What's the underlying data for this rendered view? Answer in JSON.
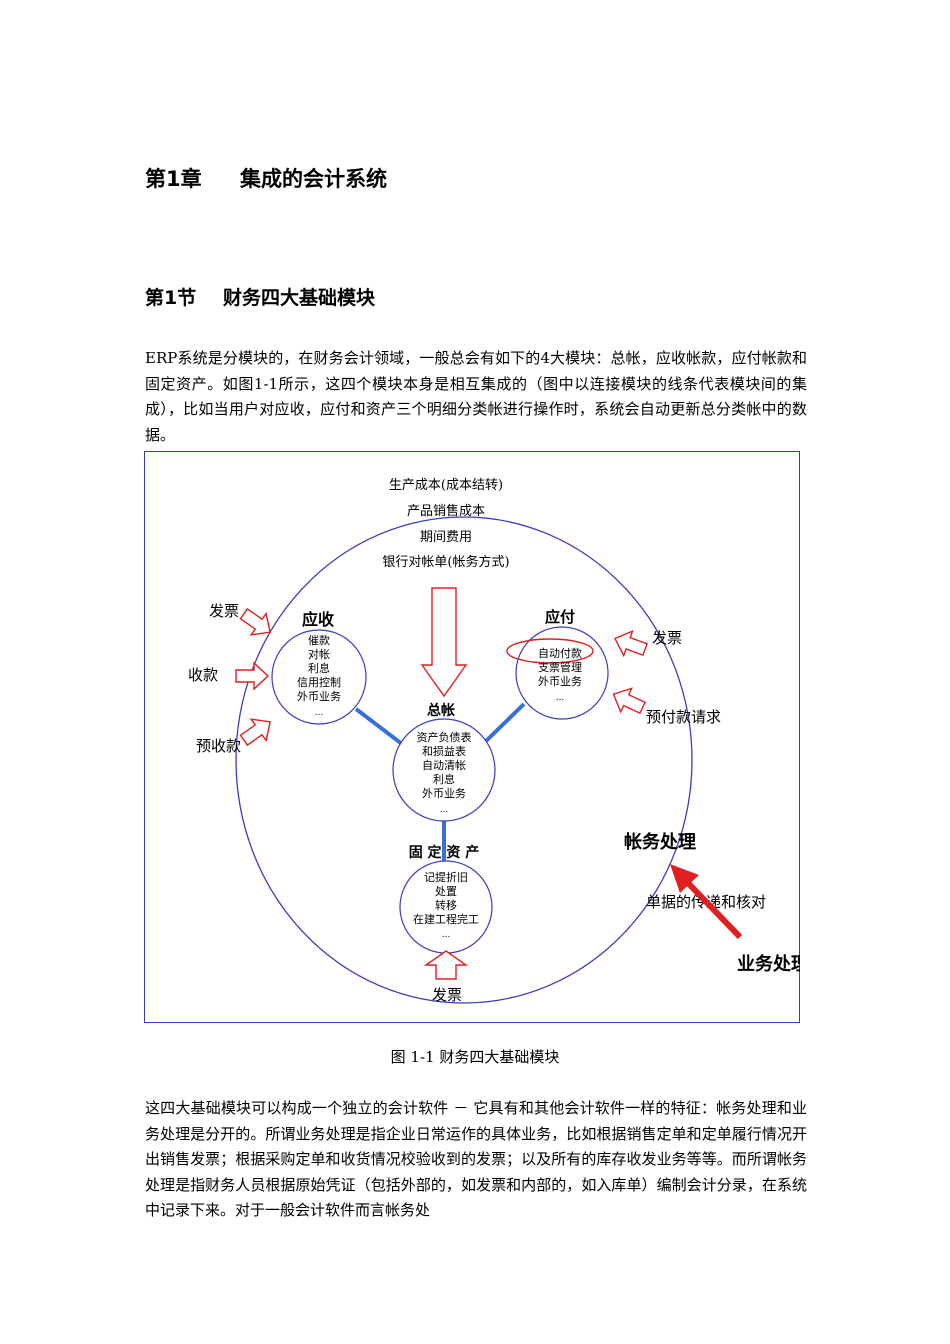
{
  "chapter": {
    "number": "第1章",
    "title": "集成的会计系统"
  },
  "section": {
    "number": "第1节",
    "title": "财务四大基础模块"
  },
  "paragraph1": "ERP系统是分模块的，在财务会计领域，一般总会有如下的4大模块：总帐，应收帐款，应付帐款和固定资产。如图1-1所示，这四个模块本身是相互集成的（图中以连接模块的线条代表模块间的集成），比如当用户对应收，应付和资产三个明细分类帐进行操作时，系统会自动更新总分类帐中的数据。",
  "diagram": {
    "top_items": [
      "生产成本(成本结转)",
      "产品销售成本",
      "期间费用",
      "银行对帐单(帐务方式)",
      "..."
    ],
    "receivable": {
      "title": "应收",
      "items": [
        "催款",
        "对帐",
        "利息",
        "信用控制",
        "外币业务",
        "..."
      ]
    },
    "payable": {
      "title": "应付",
      "items": [
        "自动付款",
        "支票管理",
        "外币业务",
        "..."
      ]
    },
    "general_ledger": {
      "title": "总帐",
      "items": [
        "资产负债表",
        "和损益表",
        "自动清帐",
        "利息",
        "外币业务",
        "..."
      ]
    },
    "fixed_assets": {
      "title": "固 定 资 产",
      "items": [
        "记提折旧",
        "处置",
        "转移",
        "在建工程完工",
        "..."
      ]
    },
    "left_inputs": [
      "发票",
      "收款",
      "预收款"
    ],
    "right_inputs": [
      "发票",
      "预付款请求"
    ],
    "bottom_input": "发票",
    "accounting_label": "帐务处理",
    "transfer_label": "单据的传递和核对",
    "business_label": "业务处理",
    "colors": {
      "frame": "#3b3bbf",
      "arrow": "#e02020",
      "link": "#3a6fd8"
    }
  },
  "caption": "图 1-1 财务四大基础模块",
  "paragraph2": "这四大基础模块可以构成一个独立的会计软件 － 它具有和其他会计软件一样的特征：帐务处理和业务处理是分开的。所谓业务处理是指企业日常运作的具体业务，比如根据销售定单和定单履行情况开出销售发票；根据采购定单和收货情况校验收到的发票；以及所有的库存收发业务等等。而所谓帐务处理是指财务人员根据原始凭证（包括外部的，如发票和内部的，如入库单）编制会计分录，在系统中记录下来。对于一般会计软件而言帐务处"
}
